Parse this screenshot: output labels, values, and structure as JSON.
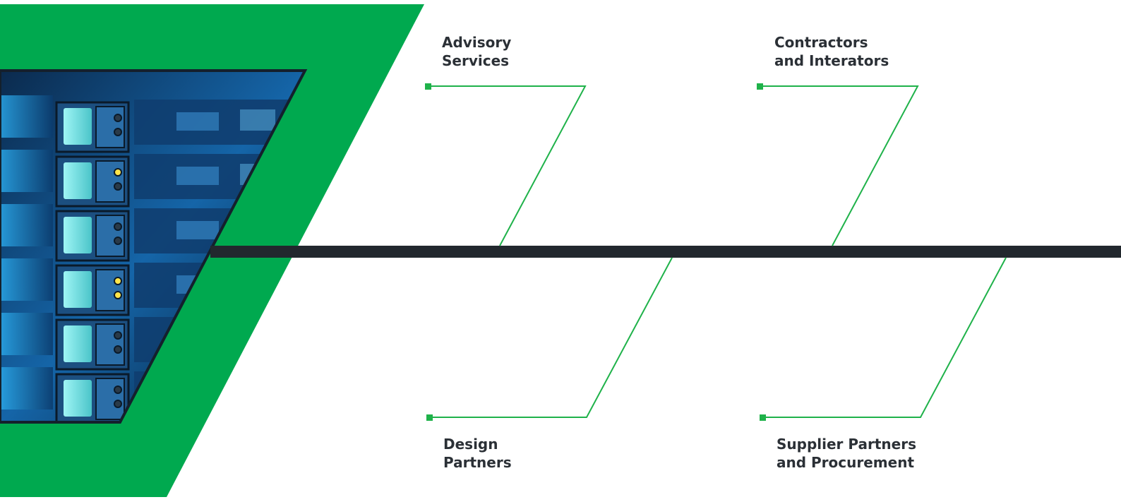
{
  "colors": {
    "brand_green": "#00a94f",
    "spine": "#22282e",
    "connector": "#1fb24a",
    "text": "#2b3036"
  },
  "image": {
    "subject": "server-rack-photo"
  },
  "nodes": [
    {
      "line1": "Advisory",
      "line2": "Services"
    },
    {
      "line1": "Contractors",
      "line2": "and Interators"
    },
    {
      "line1": "Design",
      "line2": "Partners"
    },
    {
      "line1": "Supplier Partners",
      "line2": "and Procurement"
    }
  ]
}
